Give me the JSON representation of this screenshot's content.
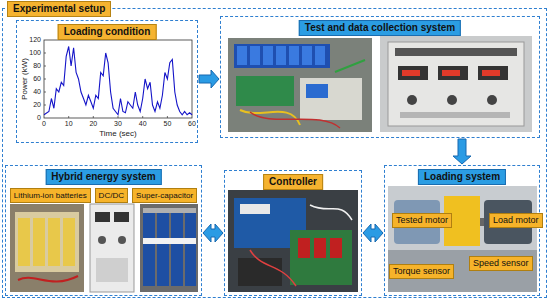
{
  "diagram": {
    "nodes": [
      {
        "text": [
          "Experimental setup"
        ]
      },
      {
        "text": [
          "Loading condition"
        ],
        "in": 0
      },
      {
        "text": [
          "Test and data collection system"
        ],
        "in": 0
      },
      {
        "text": [
          "Hybrid energy system"
        ],
        "in": 0
      },
      {
        "text": [
          "Lithium-ion batteries"
        ],
        "in": 3
      },
      {
        "text": [
          "DC/DC"
        ],
        "in": 3
      },
      {
        "text": [
          "Super-capacitor"
        ],
        "in": 3
      },
      {
        "text": [
          "Controller"
        ],
        "in": 0
      },
      {
        "text": [
          "Loading system"
        ],
        "in": 0
      },
      {
        "text": [
          "Tested motor"
        ],
        "in": 8
      },
      {
        "text": [
          "Load motor"
        ],
        "in": 8
      },
      {
        "text": [
          "Torque sensor"
        ],
        "in": 8
      },
      {
        "text": [
          "Speed sensor"
        ],
        "in": 8
      }
    ],
    "edges": [
      {
        "from": 1,
        "to": 2,
        "arrow": "to"
      },
      {
        "from": 2,
        "to": 8,
        "arrow": "to"
      },
      {
        "from": 8,
        "to": 7,
        "arrow": "both"
      },
      {
        "from": 7,
        "to": 3,
        "arrow": "both"
      }
    ],
    "labels": [
      "Power (kW)",
      "120",
      "100",
      "80",
      "60",
      "40",
      "20",
      "0",
      "0",
      "10",
      "20",
      "30",
      "40",
      "50",
      "60",
      "Time (sec)"
    ]
  }
}
